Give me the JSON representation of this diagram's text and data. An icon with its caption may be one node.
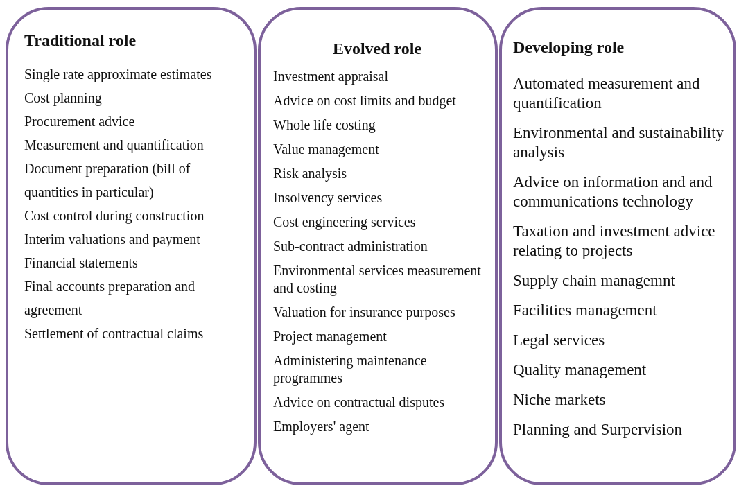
{
  "diagram": {
    "nodes": [
      {
        "text": [
          "Traditional role",
          "Single rate approximate estimates",
          "Cost planning",
          "Procurement advice",
          "Measurement and quantification",
          "Document preparation (bill of quantities in particular)",
          "Cost control during construction",
          "Interim valuations and payment",
          "Financial statements",
          "Final accounts preparation and agreement",
          "Settlement of contractual claims"
        ]
      },
      {
        "text": [
          "Evolved role",
          "Investment appraisal",
          "Advice on cost limits and budget",
          "Whole life costing",
          "Value management",
          "Risk analysis",
          "Insolvency services",
          "Cost engineering services",
          "Sub-contract administration",
          "Environmental services measurement and costing",
          "Valuation for insurance purposes",
          "Project management",
          "Administering maintenance programmes",
          "Advice on contractual disputes",
          "Employers' agent"
        ]
      },
      {
        "text": [
          "Developing role",
          "Automated measurement and quantification",
          "Environmental and sustainability analysis",
          "Advice on information and and communications technology",
          "Taxation and investment advice relating to projects",
          "Supply chain managemnt",
          "Facilities management",
          "Legal services",
          "Quality management",
          "Niche markets",
          "Planning and Surpervision"
        ]
      }
    ],
    "edges": []
  }
}
